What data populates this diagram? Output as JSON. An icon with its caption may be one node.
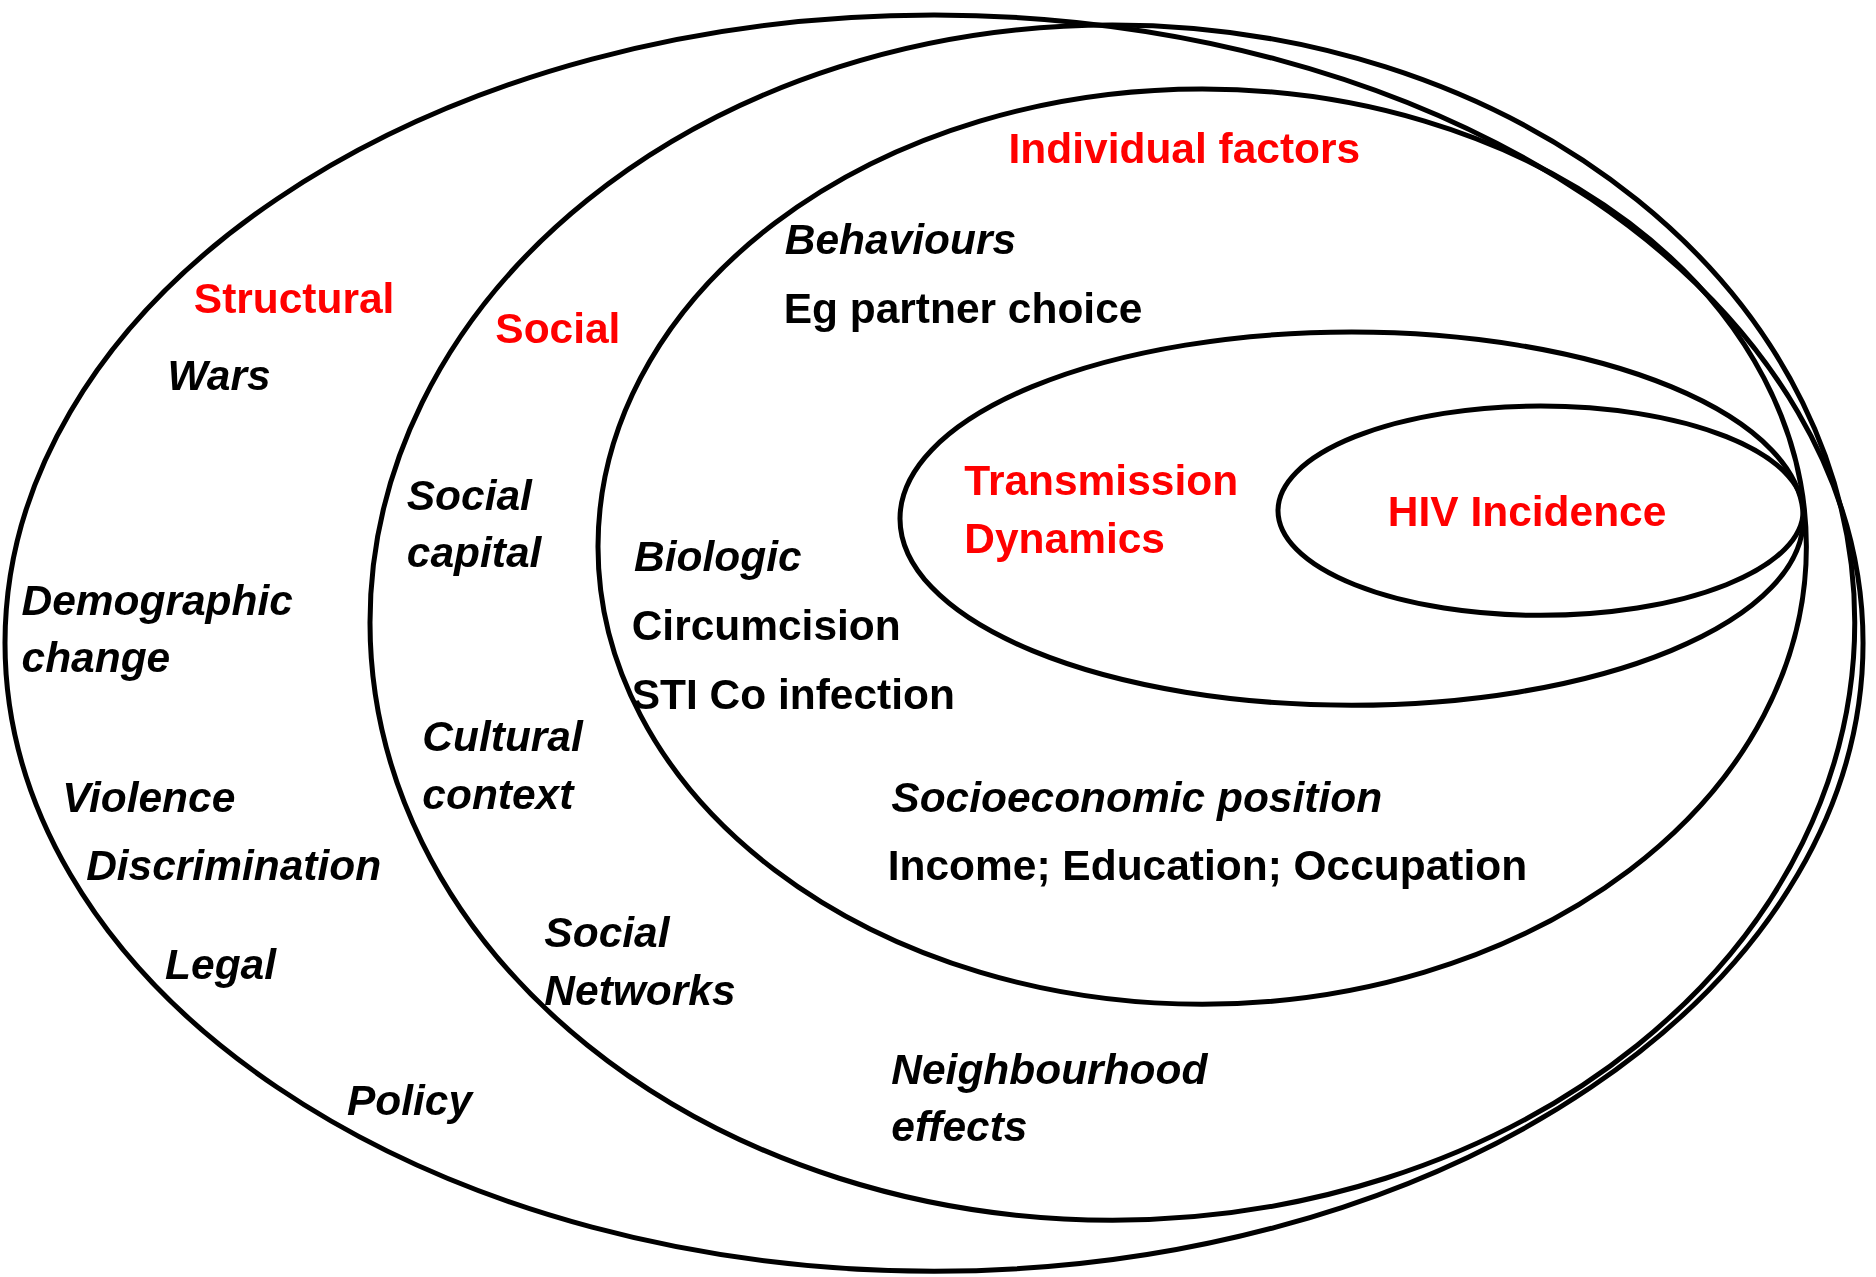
{
  "diagram": {
    "nodes": [
      {
        "text": [
          "Structural",
          "Wars",
          "Demographic change",
          "Violence",
          "Discrimination",
          "Legal",
          "Policy"
        ]
      },
      {
        "text": [
          "Social",
          "Social capital",
          "Cultural context",
          "Social Networks",
          "Neighbourhood effects"
        ],
        "in": 0
      },
      {
        "text": [
          "Individual factors",
          "Behaviours",
          "Eg partner choice",
          "Biologic",
          "Circumcision",
          "STI Co infection",
          "Socioeconomic position",
          "Income; Education; Occupation"
        ],
        "in": 1
      },
      {
        "text": [
          "Transmission Dynamics"
        ],
        "in": 2
      },
      {
        "text": [
          "HIV Incidence"
        ],
        "in": 3
      }
    ]
  }
}
